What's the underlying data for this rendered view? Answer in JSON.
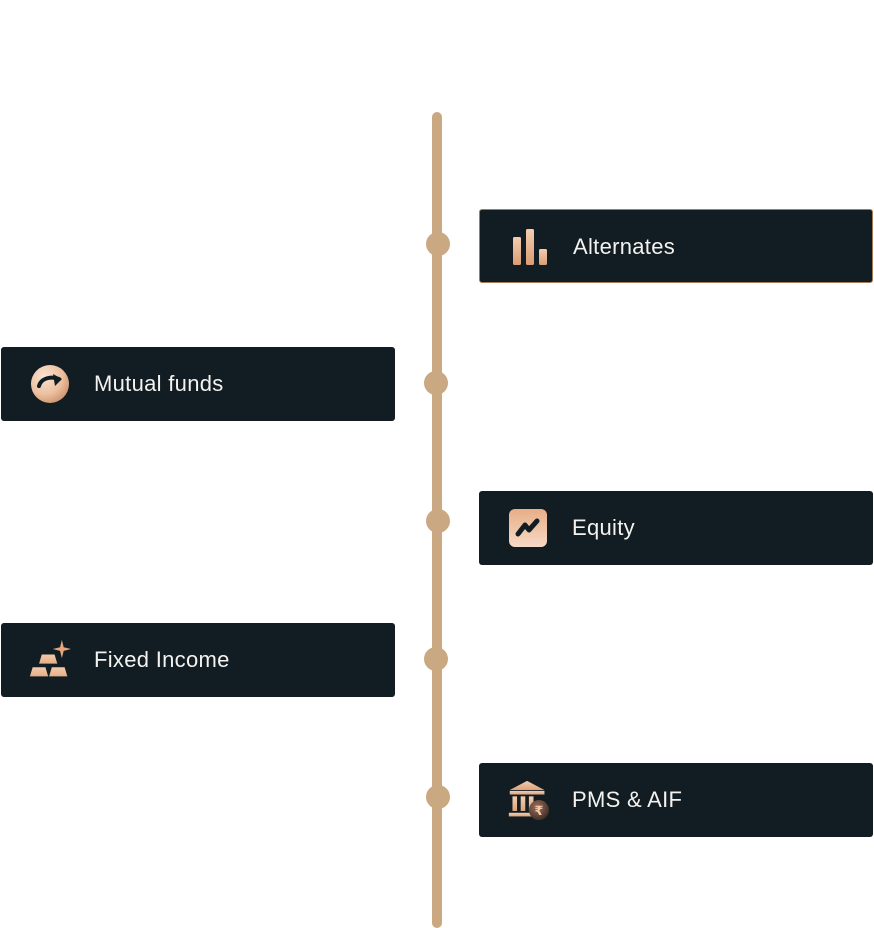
{
  "colors": {
    "timeline": "#caa882",
    "card_background": "#111d22",
    "card_border_active": "#a87d55",
    "icon_light": "#f2c9ad",
    "icon_dark": "#c08b68",
    "label_text": "#f4f2ef"
  },
  "timeline": {
    "items": [
      {
        "label": "Alternates",
        "icon": "bar-chart-icon",
        "side": "right",
        "outlined": true
      },
      {
        "label": "Mutual funds",
        "icon": "growth-arrow-icon",
        "side": "left",
        "outlined": false
      },
      {
        "label": "Equity",
        "icon": "trend-line-icon",
        "side": "right",
        "outlined": false
      },
      {
        "label": "Fixed Income",
        "icon": "gold-bars-icon",
        "side": "left",
        "outlined": false
      },
      {
        "label": "PMS & AIF",
        "icon": "bank-rupee-icon",
        "side": "right",
        "outlined": false
      }
    ]
  }
}
